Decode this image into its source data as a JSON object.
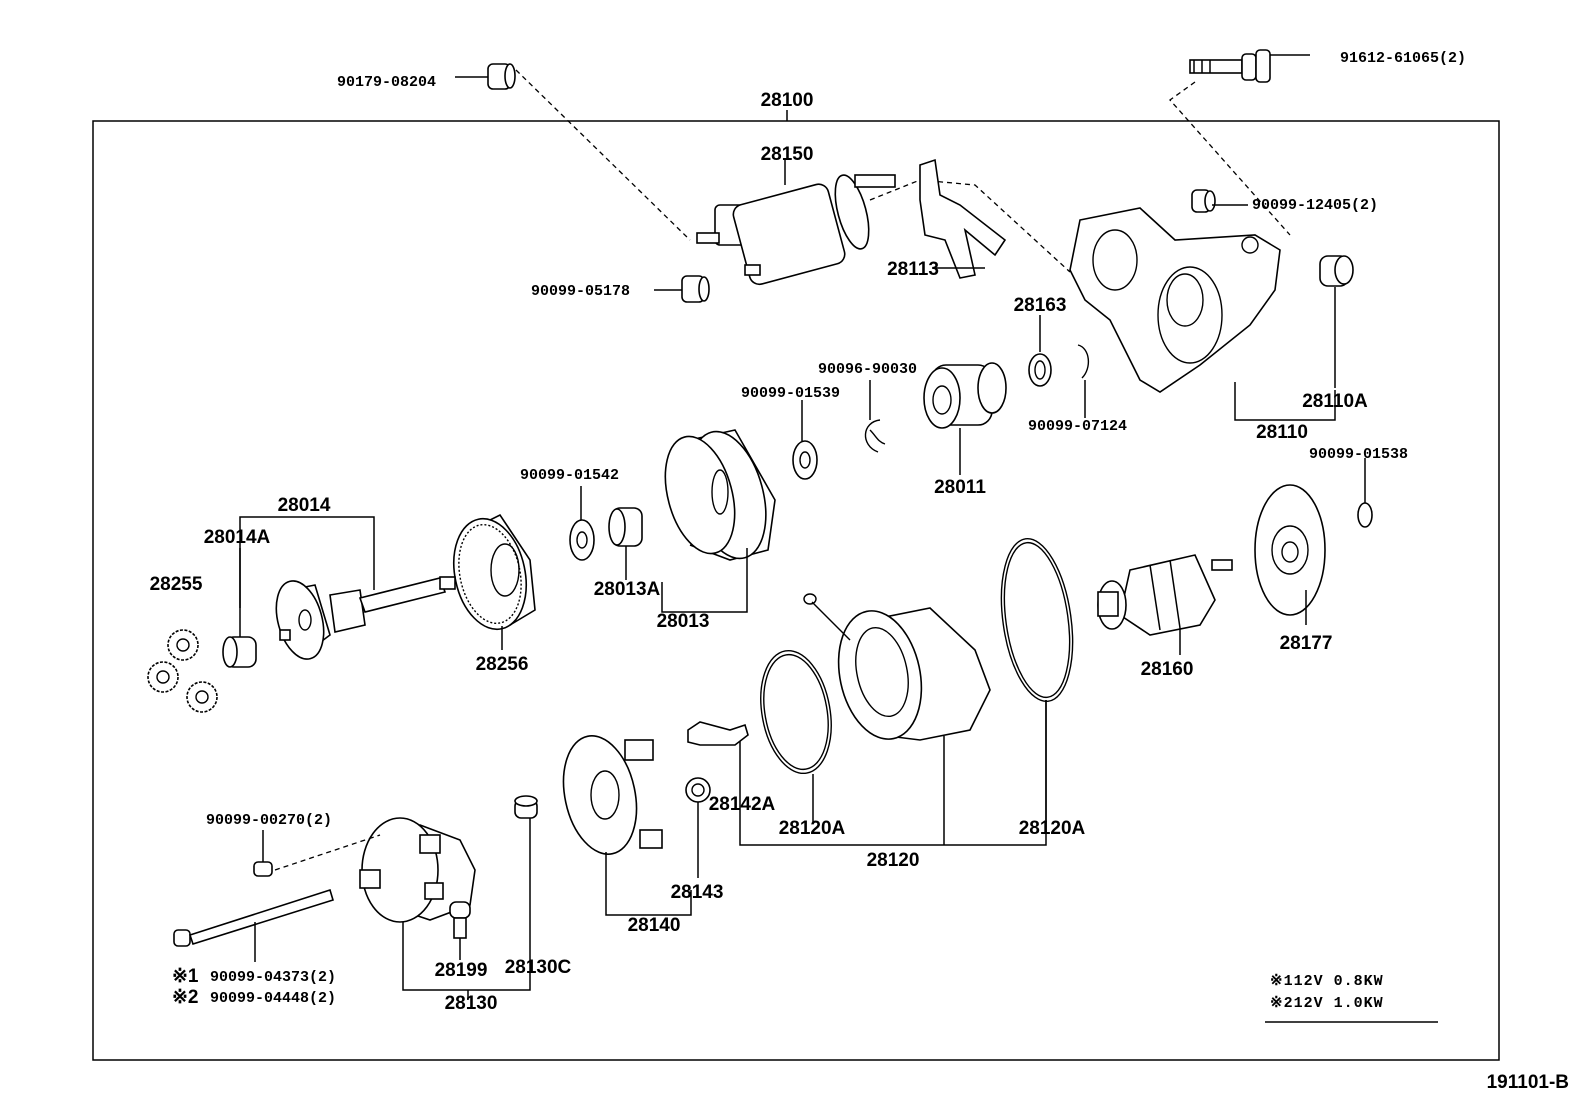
{
  "labels": {
    "assembly": "28100",
    "solenoid": "28150",
    "lever": "28113",
    "bolt_top": "91612-61065(2)",
    "nut_top": "90179-08204",
    "nut_sol": "90099-05178",
    "nut_housing": "90099-12405(2)",
    "housing": "28110",
    "bushing": "28110A",
    "ring_28163": "28163",
    "clip_07124": "90099-07124",
    "snap_90030": "90096-90030",
    "washer_01539": "90099-01539",
    "clutch": "28011",
    "washer_01538": "90099-01538",
    "washer_01542": "90099-01542",
    "shaft": "28014",
    "shaft_bush": "28014A",
    "gears": "28255",
    "internal_gear": "28256",
    "cover": "28013",
    "cover_bush": "28013A",
    "armature": "28160",
    "plate": "28177",
    "yoke": "28120",
    "oring_left": "28120A",
    "oring_right": "28120A",
    "spring_clip": "28142A",
    "spring": "28143",
    "brush_holder": "28140",
    "end_frame": "28130",
    "end_bush": "28130C",
    "insulator": "28199",
    "screw": "90099-00270(2)",
    "bolt1": "90099-04373(2)",
    "bolt2": "90099-04448(2)",
    "mark1": "※1",
    "mark2": "※2",
    "note1": "※112V 0.8KW",
    "note2": "※212V 1.0KW",
    "figure_code": "191101-B"
  }
}
